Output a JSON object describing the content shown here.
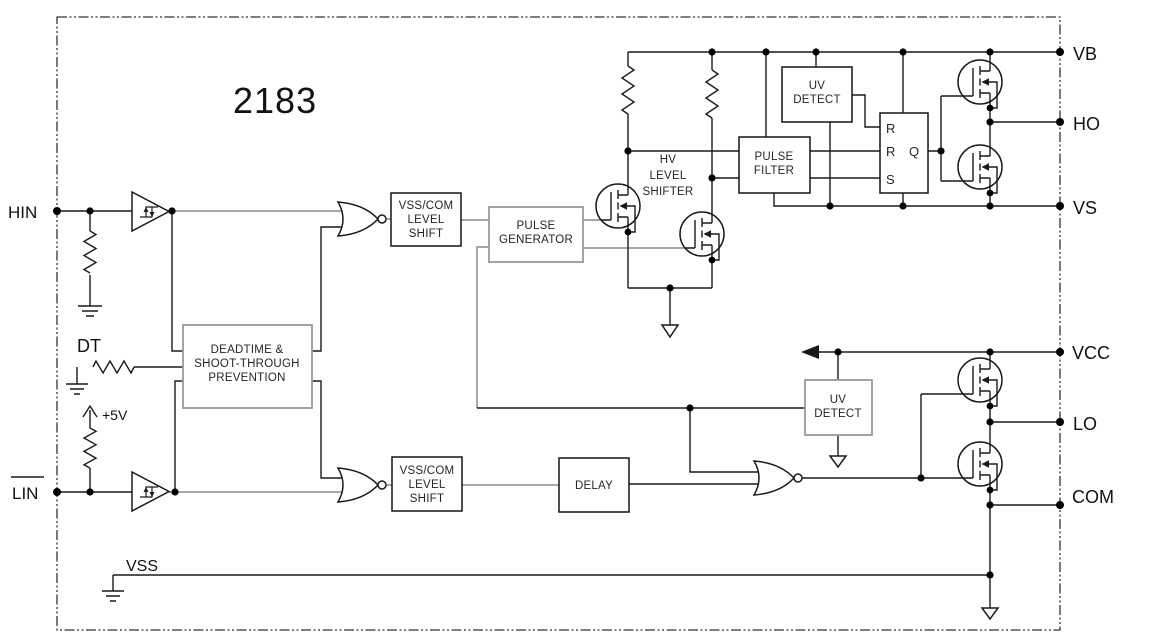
{
  "title": "2183",
  "pins": {
    "hin": "HIN",
    "lin": "LIN",
    "dt": "DT",
    "vss": "VSS",
    "plus5v": "+5V",
    "vb": "VB",
    "ho": "HO",
    "vs": "VS",
    "vcc": "VCC",
    "lo": "LO",
    "com": "COM"
  },
  "blocks": {
    "deadtime": [
      "DEADTIME &",
      "SHOOT-THROUGH",
      "PREVENTION"
    ],
    "vsscom_high": [
      "VSS/COM",
      "LEVEL",
      "SHIFT"
    ],
    "vsscom_low": [
      "VSS/COM",
      "LEVEL",
      "SHIFT"
    ],
    "pulse_generator": [
      "PULSE",
      "GENERATOR"
    ],
    "pulse_filter": [
      "PULSE",
      "FILTER"
    ],
    "hv_level_shifter": [
      "HV",
      "LEVEL",
      "SHIFTER"
    ],
    "uv_detect_high": [
      "UV",
      "DETECT"
    ],
    "uv_detect_low": [
      "UV",
      "DETECT"
    ],
    "delay": [
      "DELAY"
    ],
    "latch": {
      "in1": "R",
      "in2": "R",
      "in3": "S",
      "out": "Q"
    }
  },
  "colors": {
    "background": "#ffffff",
    "wire": "#1a1a1a",
    "wire_gray": "#8a8a8a",
    "box_border": "#141414",
    "box_border_gray": "#999999"
  }
}
